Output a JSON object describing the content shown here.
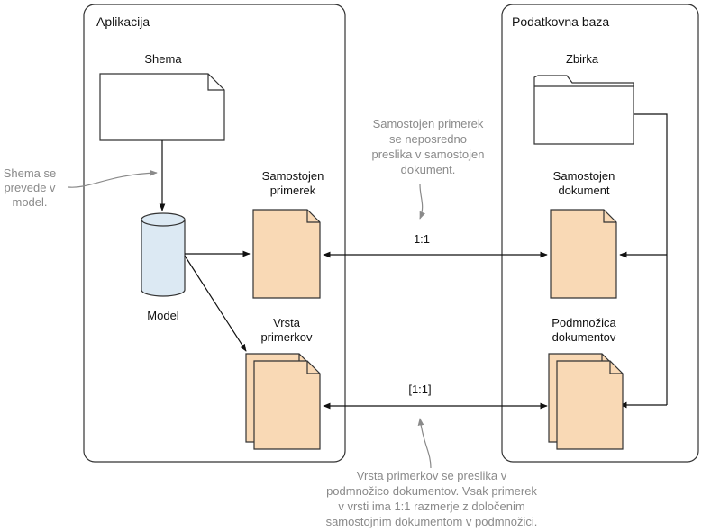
{
  "containers": {
    "app_title": "Aplikacija",
    "db_title": "Podatkovna baza"
  },
  "app": {
    "schema_label": "Shema",
    "model_label": "Model",
    "instance_label": [
      "Samostojen",
      "primerek"
    ],
    "array_label": [
      "Vrsta",
      "primerkov"
    ]
  },
  "db": {
    "collection_label": "Zbirka",
    "doc_label": [
      "Samostojen",
      "dokument"
    ],
    "subset_label": [
      "Podmnožica",
      "dokumentov"
    ]
  },
  "links": {
    "one_to_one": "1:1",
    "array_one_to_one": "[1:1]"
  },
  "notes": {
    "schema_note": [
      "Shema se",
      "prevede v",
      "model."
    ],
    "instance_note": [
      "Samostojen primerek",
      "se neposredno",
      "preslika v samostojen",
      "dokument."
    ],
    "array_note": [
      "Vrsta primerkov se preslika v",
      "podmnožico dokumentov. Vsak primerek",
      "v vrsti ima 1:1 razmerje z določenim",
      "samostojnim dokumentom v podmnožici."
    ]
  },
  "colors": {
    "doc_fill": "#f9d9b5",
    "doc_stroke": "#333333",
    "cylinder_fill": "#dce9f3",
    "note_text": "#8a8a8a"
  }
}
